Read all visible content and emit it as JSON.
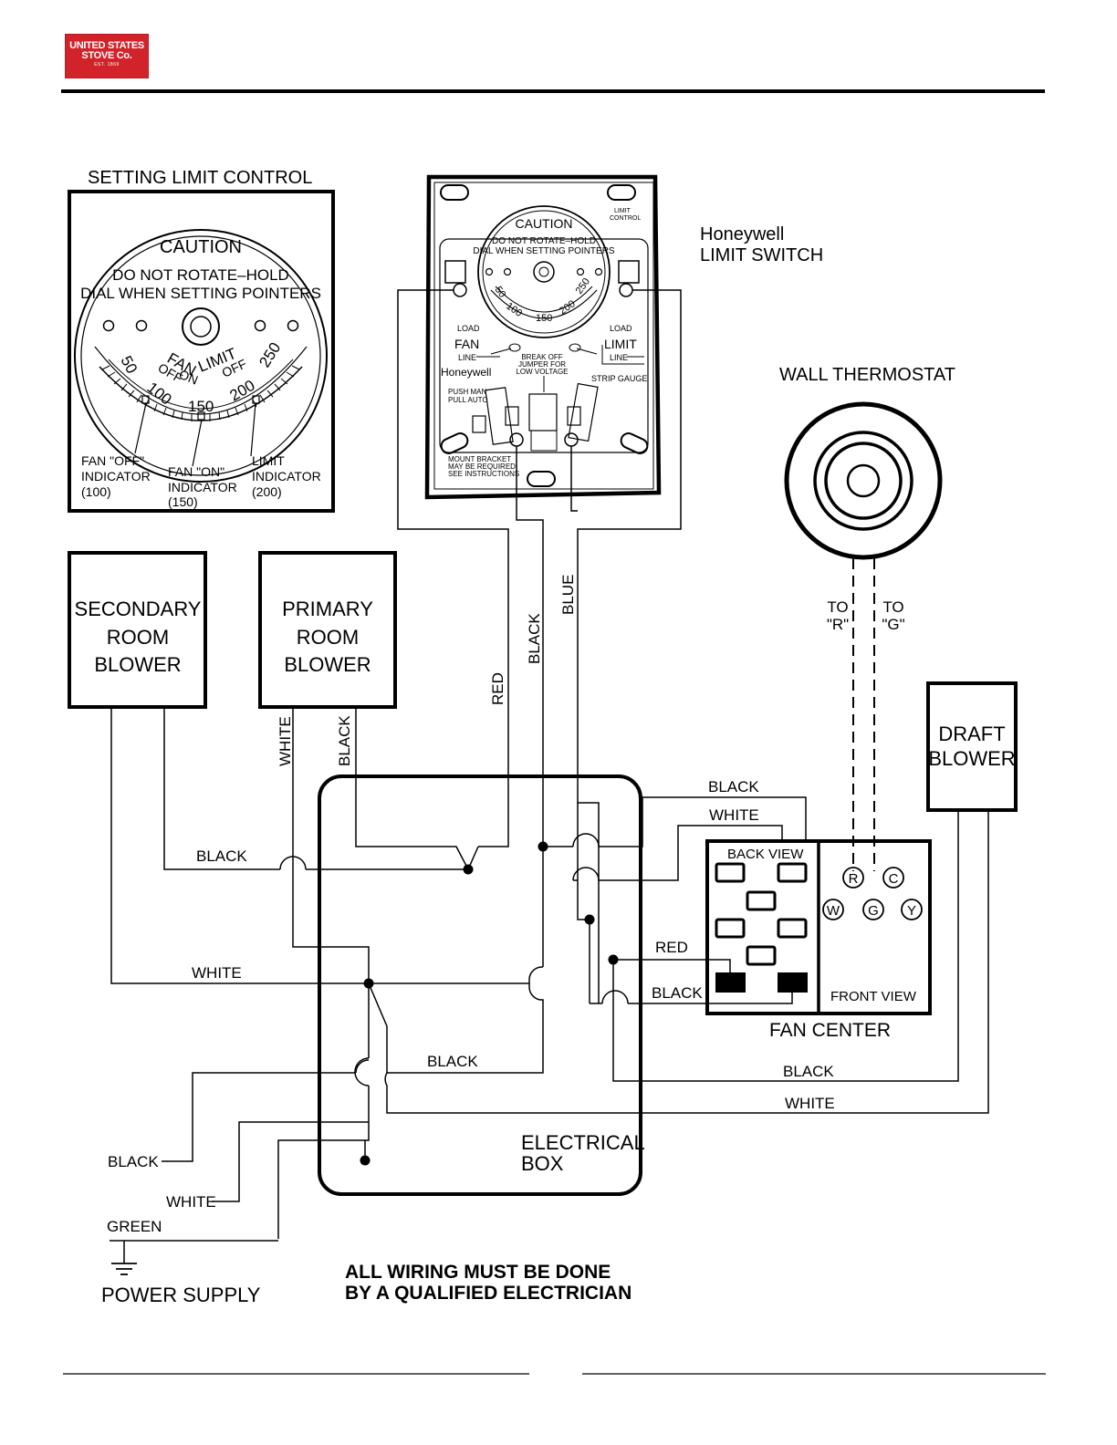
{
  "logo": {
    "line1": "UNITED STATES",
    "line2": "STOVE Co.",
    "line3": "EST. 1869"
  },
  "setting_limit_control": {
    "title": "SETTING LIMIT CONTROL",
    "caution": "CAUTION",
    "warn1": "DO  NOT  ROTATE–HOLD",
    "warn2": "DIAL  WHEN  SETTING  POINTERS",
    "scale": [
      "50",
      "100",
      "150",
      "200",
      "250"
    ],
    "fan": "FAN",
    "limit": "LIMIT",
    "off1": "OFF",
    "on": "ON",
    "off2": "OFF",
    "fan_off": [
      "FAN \"OFF\"",
      "INDICATOR",
      "(100)"
    ],
    "fan_on": [
      "FAN \"ON\"",
      "INDICATOR",
      "(150)"
    ],
    "limit_ind": [
      "LIMIT",
      "INDICATOR",
      "(200)"
    ]
  },
  "honeywell_switch": {
    "title1": "Honeywell",
    "title2": "LIMIT SWITCH",
    "caution": "CAUTION",
    "warn1": "DO  NOT  ROTATE–HOLD",
    "warn2": "DIAL  WHEN  SETTING  POINTERS",
    "scale": [
      "50",
      "100",
      "150",
      "200",
      "250"
    ],
    "limit_control": [
      "LIMIT",
      "CONTROL"
    ],
    "load_left": "LOAD",
    "load_right": "LOAD",
    "fan": "FAN",
    "limit": "LIMIT",
    "line_left": "LINE",
    "line_right": "LINE",
    "break_off": [
      "BREAK  OFF",
      "JUMPER  FOR",
      "LOW  VOLTAGE"
    ],
    "brand": "Honeywell",
    "strip_gauge": "STRIP  GAUGE",
    "push_pull": [
      "PUSH  MAN",
      "PULL  AUTO"
    ],
    "mount": [
      "MOUNT  BRACKET",
      "MAY  BE  REQUIRED",
      "SEE  INSTRUCTIONS"
    ]
  },
  "wall_thermostat": {
    "title": "WALL THERMOSTAT",
    "to_r": [
      "TO",
      "\"R\""
    ],
    "to_g": [
      "TO",
      "\"G\""
    ]
  },
  "secondary_blower": [
    "SECONDARY",
    "ROOM",
    "BLOWER"
  ],
  "primary_blower": [
    "PRIMARY",
    "ROOM",
    "BLOWER"
  ],
  "draft_blower": [
    "DRAFT",
    "BLOWER"
  ],
  "electrical_box": [
    "ELECTRICAL",
    "BOX"
  ],
  "fan_center": {
    "title": "FAN CENTER",
    "back_view": "BACK VIEW",
    "front_view": "FRONT VIEW",
    "terminals": [
      "R",
      "C",
      "W",
      "G",
      "Y"
    ]
  },
  "wire_labels": {
    "red_vertical": "RED",
    "black_vertical": "BLACK",
    "blue_vertical": "BLUE",
    "white_vertical": "WHITE",
    "black_vertical2": "BLACK",
    "black_top": "BLACK",
    "white_top": "WHITE",
    "black_left": "BLACK",
    "white_left": "WHITE",
    "red_fc": "RED",
    "black_fc": "BLACK",
    "black_mid": "BLACK",
    "black_draft": "BLACK",
    "white_draft": "WHITE"
  },
  "power_supply": {
    "title": "POWER SUPPLY",
    "black": "BLACK",
    "white": "WHITE",
    "green": "GREEN"
  },
  "notice": [
    "ALL WIRING MUST BE DONE",
    "BY A QUALIFIED ELECTRICIAN"
  ]
}
